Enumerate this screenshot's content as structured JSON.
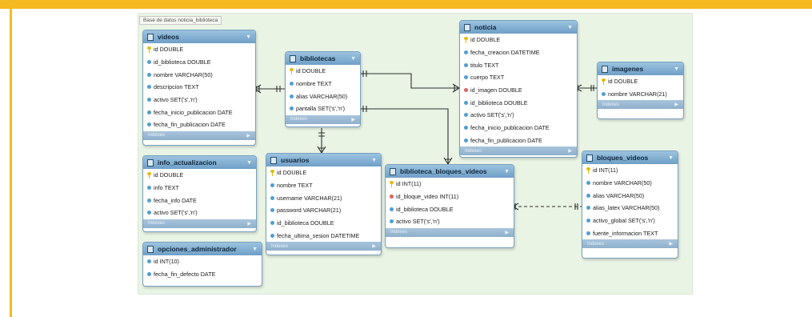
{
  "diagram": {
    "caption": "Base de datos noticia_biblioteca",
    "footer_label": "Indexes",
    "footer_arrow": "▶",
    "header_chevron": "▼"
  },
  "colors": {
    "accent": "#f5b921",
    "canvas": "#e9f4e5",
    "header": "#7fa9cf"
  },
  "tables": [
    {
      "name": "videos",
      "fields": [
        {
          "icon": "key",
          "text": "id DOUBLE"
        },
        {
          "icon": "blue",
          "text": "id_biblioteca DOUBLE"
        },
        {
          "icon": "blue",
          "text": "nombre VARCHAR(50)"
        },
        {
          "icon": "blue",
          "text": "descripcion TEXT"
        },
        {
          "icon": "blue",
          "text": "activo SET('s','n')"
        },
        {
          "icon": "blue",
          "text": "fecha_inicio_publicacion DATE"
        },
        {
          "icon": "blue",
          "text": "fecha_fin_publicacion DATE"
        }
      ]
    },
    {
      "name": "bibliotecas",
      "fields": [
        {
          "icon": "key",
          "text": "id DOUBLE"
        },
        {
          "icon": "blue",
          "text": "nombre TEXT"
        },
        {
          "icon": "blue",
          "text": "alias VARCHAR(50)"
        },
        {
          "icon": "blue",
          "text": "pantalla SET('s','n')"
        }
      ]
    },
    {
      "name": "noticia",
      "fields": [
        {
          "icon": "key",
          "text": "id DOUBLE"
        },
        {
          "icon": "blue",
          "text": "fecha_creacion DATETIME"
        },
        {
          "icon": "blue",
          "text": "titulo TEXT"
        },
        {
          "icon": "blue",
          "text": "cuerpo TEXT"
        },
        {
          "icon": "red",
          "text": "id_imagen DOUBLE"
        },
        {
          "icon": "blue",
          "text": "id_biblioteca DOUBLE"
        },
        {
          "icon": "blue",
          "text": "activo SET('s','n')"
        },
        {
          "icon": "blue",
          "text": "fecha_inicio_publicacion DATE"
        },
        {
          "icon": "blue",
          "text": "fecha_fin_publicacion DATE"
        }
      ]
    },
    {
      "name": "imagenes",
      "fields": [
        {
          "icon": "key",
          "text": "id DOUBLE"
        },
        {
          "icon": "blue",
          "text": "nombre VARCHAR(21)"
        }
      ]
    },
    {
      "name": "info_actualizacion",
      "fields": [
        {
          "icon": "key",
          "text": "id DOUBLE"
        },
        {
          "icon": "blue",
          "text": "info TEXT"
        },
        {
          "icon": "blue",
          "text": "fecha_info DATE"
        },
        {
          "icon": "blue",
          "text": "activo SET('s','n')"
        }
      ]
    },
    {
      "name": "usuarios",
      "fields": [
        {
          "icon": "key",
          "text": "id DOUBLE"
        },
        {
          "icon": "blue",
          "text": "nombre TEXT"
        },
        {
          "icon": "blue",
          "text": "username VARCHAR(21)"
        },
        {
          "icon": "blue",
          "text": "password VARCHAR(21)"
        },
        {
          "icon": "blue",
          "text": "id_biblioteca DOUBLE"
        },
        {
          "icon": "blue",
          "text": "fecha_ultima_sesion DATETIME"
        }
      ]
    },
    {
      "name": "biblioteca_bloques_videos",
      "fields": [
        {
          "icon": "key",
          "text": "id INT(11)"
        },
        {
          "icon": "red",
          "text": "id_bloque_video INT(11)"
        },
        {
          "icon": "blue",
          "text": "id_biblioteca DOUBLE"
        },
        {
          "icon": "blue",
          "text": "activo SET('s','n')"
        }
      ]
    },
    {
      "name": "bloques_videos",
      "fields": [
        {
          "icon": "key",
          "text": "id INT(11)"
        },
        {
          "icon": "blue",
          "text": "nombre VARCHAR(50)"
        },
        {
          "icon": "blue",
          "text": "alias VARCHAR(50)"
        },
        {
          "icon": "blue",
          "text": "alias_latex VARCHAR(50)"
        },
        {
          "icon": "blue",
          "text": "activo_global SET('s','n')"
        },
        {
          "icon": "blue",
          "text": "fuente_informacion TEXT"
        }
      ]
    },
    {
      "name": "opciones_administrador",
      "fields": [
        {
          "icon": "blue",
          "text": "id INT(10)"
        },
        {
          "icon": "blue",
          "text": "fecha_fin_defecto DATE"
        }
      ]
    }
  ]
}
